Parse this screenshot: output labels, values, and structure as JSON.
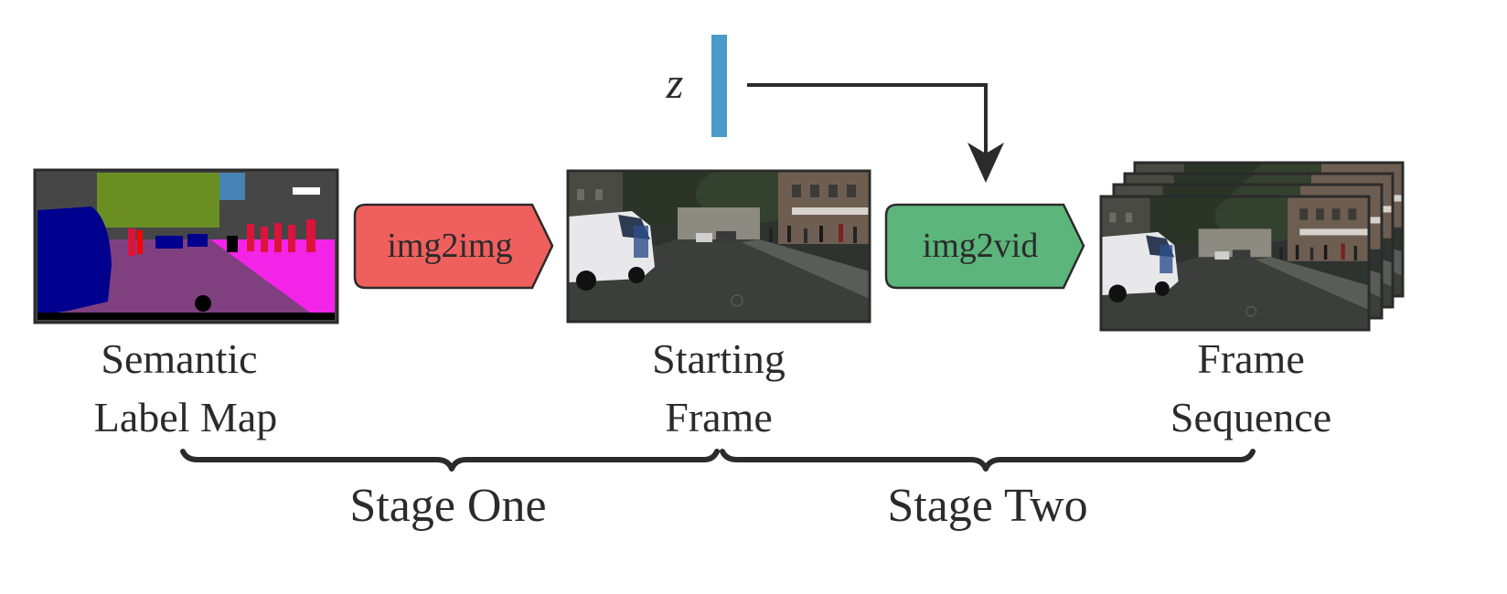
{
  "noise": {
    "symbol": "z",
    "color": "#4a9cc9"
  },
  "semantic_map": {
    "label_line1": "Semantic",
    "label_line2": "Label Map"
  },
  "img2img": {
    "label": "img2img",
    "color": "#ef5f5e"
  },
  "starting_frame": {
    "label_line1": "Starting",
    "label_line2": "Frame"
  },
  "img2vid": {
    "label": "img2vid",
    "color": "#5cb57a"
  },
  "frame_sequence": {
    "label_line1": "Frame",
    "label_line2": "Sequence"
  },
  "stages": {
    "one": "Stage One",
    "two": "Stage Two"
  }
}
